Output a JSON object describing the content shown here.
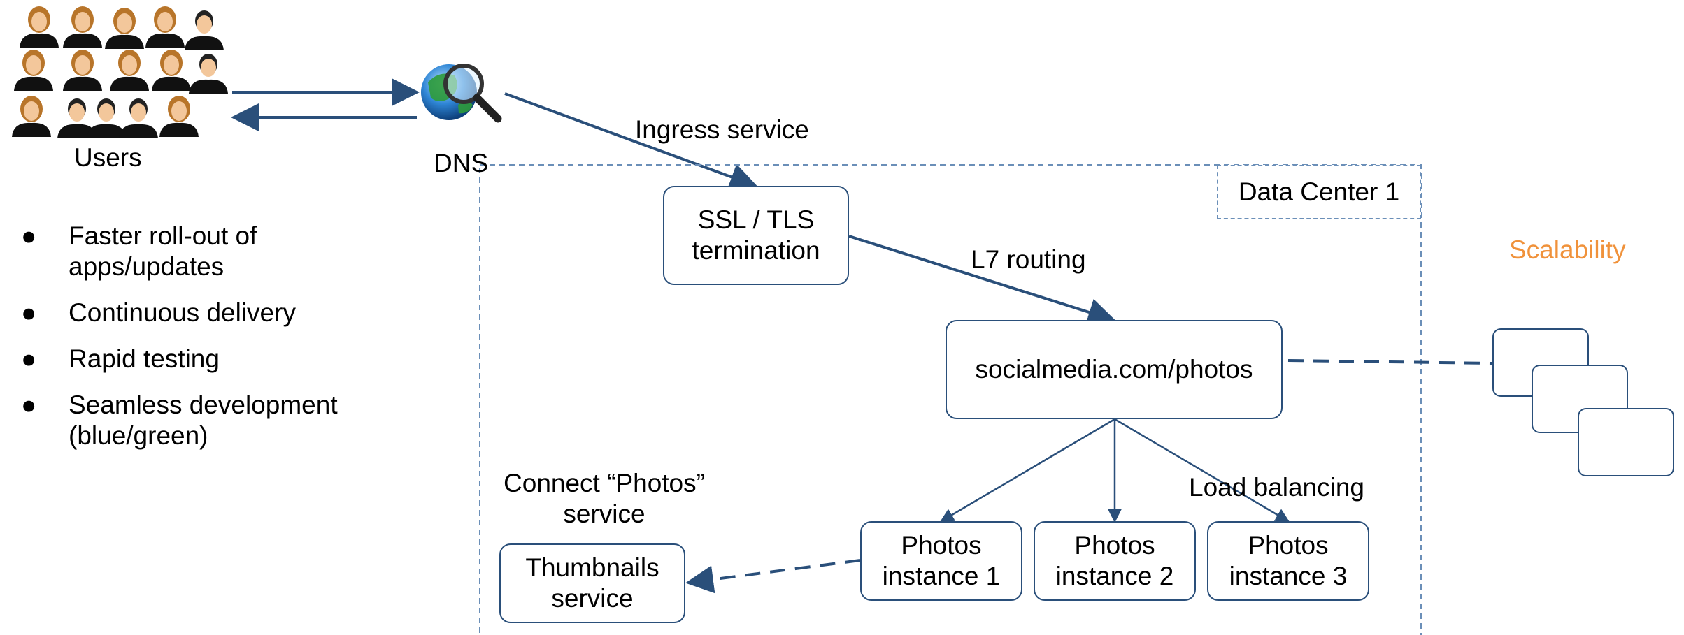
{
  "users": {
    "label": "Users"
  },
  "dns": {
    "label": "DNS"
  },
  "edges": {
    "ingress": "Ingress service",
    "l7": "L7 routing",
    "lb": "Load balancing",
    "connect": "Connect “Photos” service"
  },
  "nodes": {
    "ssl": "SSL / TLS termination",
    "social": "socialmedia.com/photos",
    "photos1": "Photos instance 1",
    "photos2": "Photos instance 2",
    "photos3": "Photos instance 3",
    "thumbs": "Thumbnails service"
  },
  "datacenter": {
    "label": "Data Center 1"
  },
  "scalability": {
    "label": "Scalability"
  },
  "benefits": [
    "Faster roll-out of apps/updates",
    "Continuous delivery",
    "Rapid testing",
    "Seamless development (blue/green)"
  ],
  "colors": {
    "line": "#2a4f7a",
    "dashed_border": "#6b8fb8",
    "accent": "#f0923b"
  },
  "icons": {
    "users": "people-group-icon",
    "dns": "globe-magnifier-icon"
  }
}
